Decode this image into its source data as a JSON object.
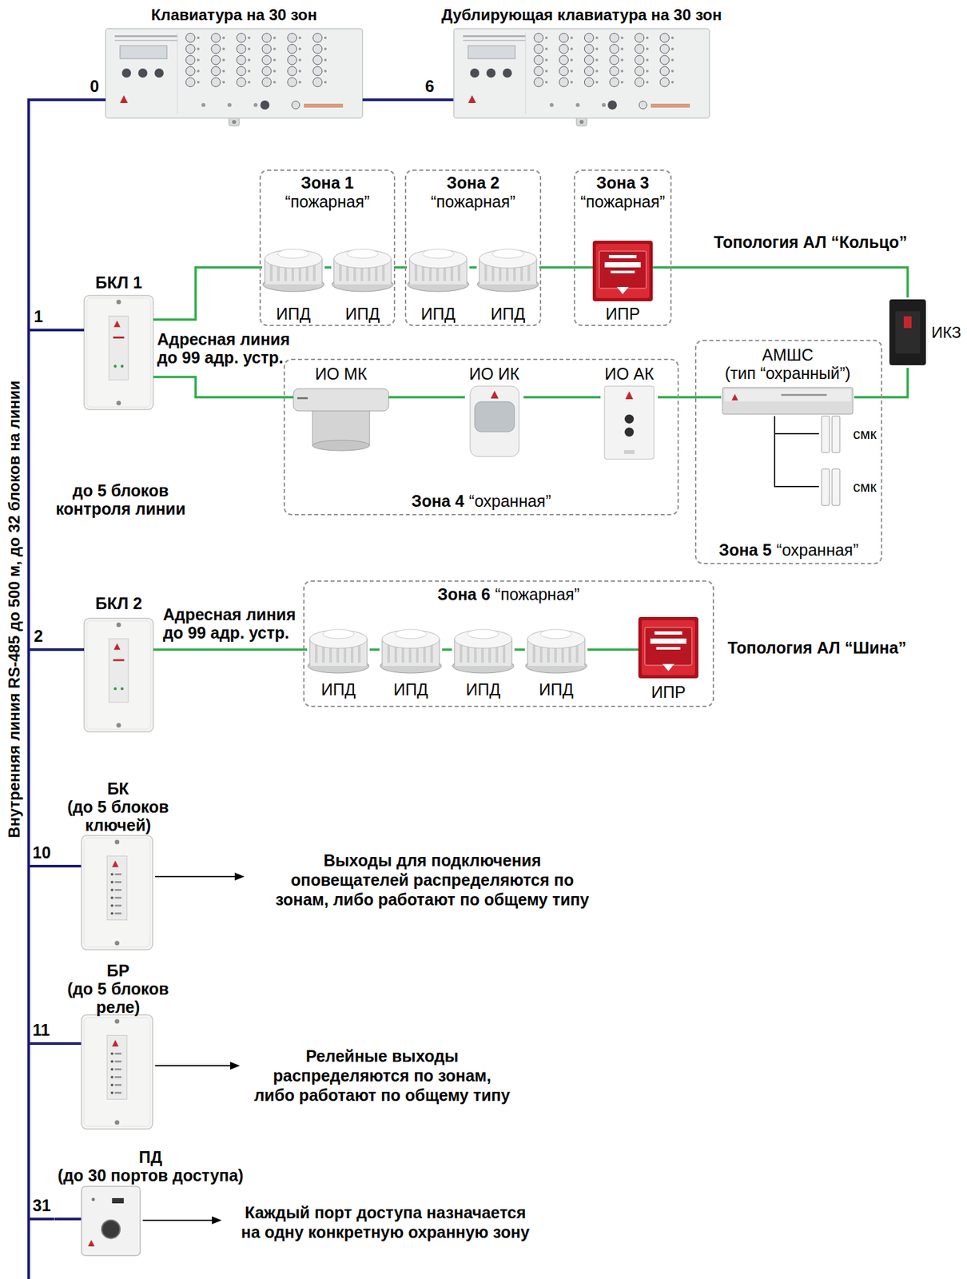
{
  "diagram": {
    "nodes": [
      {
        "text": [
          "Клавиатура на 30 зон"
        ]
      },
      {
        "text": [
          "Дублирующая клавиатура на 30 зон"
        ]
      },
      {
        "text": [
          "БКЛ 1"
        ]
      },
      {
        "text": [
          "Зона 1",
          "“пожарная”"
        ]
      },
      {
        "text": [
          "ИПД"
        ],
        "in": 3
      },
      {
        "text": [
          "ИПД"
        ],
        "in": 3
      },
      {
        "text": [
          "Зона 2",
          "“пожарная”"
        ]
      },
      {
        "text": [
          "ИПД"
        ],
        "in": 6
      },
      {
        "text": [
          "ИПД"
        ],
        "in": 6
      },
      {
        "text": [
          "Зона 3",
          "“пожарная”"
        ]
      },
      {
        "text": [
          "ИПР"
        ],
        "in": 9
      },
      {
        "text": [
          "ИКЗ"
        ]
      },
      {
        "text": [
          "Зона 4",
          "“охранная”"
        ]
      },
      {
        "text": [
          "ИО МК"
        ],
        "in": 12
      },
      {
        "text": [
          "ИО ИК"
        ],
        "in": 12
      },
      {
        "text": [
          "ИО АК"
        ],
        "in": 12
      },
      {
        "text": [
          "Зона 5",
          "“охранная”"
        ]
      },
      {
        "text": [
          "АМШС",
          "(тип “охранный”)"
        ],
        "in": 16
      },
      {
        "text": [
          "смк"
        ],
        "in": 16
      },
      {
        "text": [
          "смк"
        ],
        "in": 16
      },
      {
        "text": [
          "БКЛ 2"
        ]
      },
      {
        "text": [
          "Зона 6",
          "“пожарная”"
        ]
      },
      {
        "text": [
          "ИПД"
        ],
        "in": 21
      },
      {
        "text": [
          "ИПД"
        ],
        "in": 21
      },
      {
        "text": [
          "ИПД"
        ],
        "in": 21
      },
      {
        "text": [
          "ИПД"
        ],
        "in": 21
      },
      {
        "text": [
          "ИПР"
        ],
        "in": 21
      },
      {
        "text": [
          "БК",
          "(до 5 блоков ключей)"
        ]
      },
      {
        "text": [
          "БР",
          "(до 5 блоков реле)"
        ]
      },
      {
        "text": [
          "ПД",
          "(до 30 портов доступа)"
        ]
      }
    ],
    "edges": [
      {
        "from": 0,
        "to": 1,
        "arrow": "none"
      },
      {
        "from": 0,
        "to": 2,
        "arrow": "none"
      },
      {
        "from": 0,
        "to": 20,
        "arrow": "none"
      },
      {
        "from": 0,
        "to": 27,
        "arrow": "none"
      },
      {
        "from": 0,
        "to": 28,
        "arrow": "none"
      },
      {
        "from": 0,
        "to": 29,
        "arrow": "none"
      },
      {
        "from": 2,
        "to": 4,
        "arrow": "none"
      },
      {
        "from": 4,
        "to": 5,
        "arrow": "none"
      },
      {
        "from": 5,
        "to": 7,
        "arrow": "none"
      },
      {
        "from": 7,
        "to": 8,
        "arrow": "none"
      },
      {
        "from": 8,
        "to": 10,
        "arrow": "none"
      },
      {
        "from": 10,
        "to": 11,
        "arrow": "none"
      },
      {
        "from": 11,
        "to": 17,
        "arrow": "none"
      },
      {
        "from": 17,
        "to": 15,
        "arrow": "none"
      },
      {
        "from": 15,
        "to": 14,
        "arrow": "none"
      },
      {
        "from": 14,
        "to": 13,
        "arrow": "none"
      },
      {
        "from": 13,
        "to": 2,
        "arrow": "none"
      },
      {
        "from": 17,
        "to": 18,
        "arrow": "none"
      },
      {
        "from": 17,
        "to": 19,
        "arrow": "none"
      },
      {
        "from": 20,
        "to": 22,
        "arrow": "none"
      },
      {
        "from": 22,
        "to": 23,
        "arrow": "none"
      },
      {
        "from": 23,
        "to": 24,
        "arrow": "none"
      },
      {
        "from": 24,
        "to": 25,
        "arrow": "none"
      },
      {
        "from": 25,
        "to": 26,
        "arrow": "none"
      }
    ],
    "labels": [
      "Внутренняя линия RS-485 до 500 м, до 32 блоков на линии",
      "0",
      "6",
      "Топология АЛ “Кольцо”",
      "1",
      "Адресная линия до 99 адр. устр.",
      "до 5 блоков контроля линии",
      "2",
      "Адресная линия до 99 адр. устр.",
      "Топология АЛ “Шина”",
      "10",
      "Выходы для подключения оповещателей распределяются по зонам, либо работают по общему типу",
      "11",
      "Релейные выходы распределяются по зонам, либо работают по общему типу",
      "31",
      "Каждый порт доступа назначается на одну конкретную охранную зону"
    ]
  }
}
